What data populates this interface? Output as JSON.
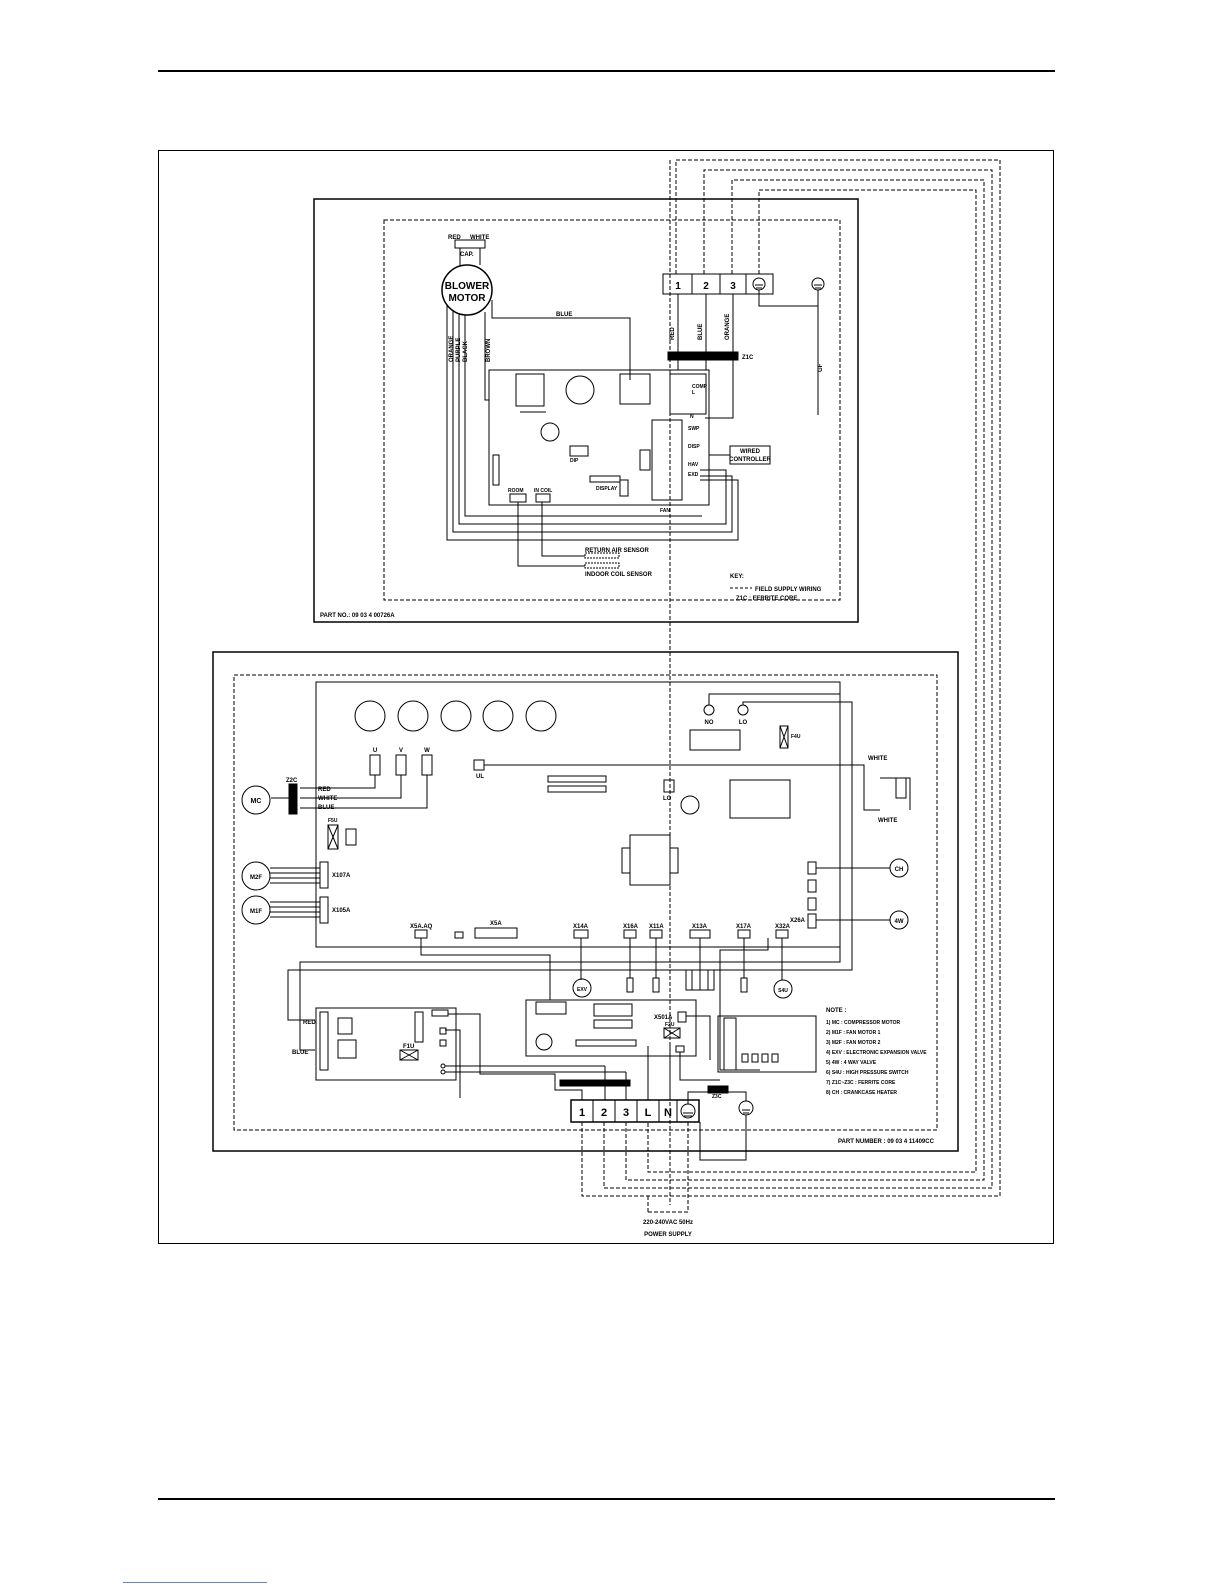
{
  "indoor": {
    "wire_red": "RED",
    "wire_white": "WHITE",
    "cap": "CAP.",
    "blower_line1": "BLOWER",
    "blower_line2": "MOTOR",
    "wire_orange": "ORANGE",
    "wire_purple": "PURPLE",
    "wire_black": "BLACK",
    "wire_brown": "BROWN",
    "wire_blue_h": "BLUE",
    "term_1": "1",
    "term_2": "2",
    "term_3": "3",
    "wire_red_v": "RED",
    "wire_blue_v": "BLUE",
    "wire_orange_v": "ORANGE",
    "zic": "Z1C",
    "gf": "GF",
    "wired_ctrl_1": "WIRED",
    "wired_ctrl_2": "CONTROLLER",
    "return_air": "RETURN AIR SENSOR",
    "indoor_coil": "INDOOR COIL SENSOR",
    "key": "KEY:",
    "key_field": "FIELD SUPPLY WIRING",
    "key_zic": "Z1C : FERRITE CORE",
    "part_no": "PART NO.: 09 03 4 00726A",
    "pcb_comp": "COMP",
    "pcb_n": "N",
    "pcb_l": "L",
    "pcb_swp": "SWP",
    "pcb_disp": "DISP",
    "pcb_dip": "DIP",
    "pcb_hav": "HAV",
    "pcb_exd": "EXD",
    "pcb_fan": "FAN",
    "pcb_room": "ROOM",
    "pcb_coil": "IN COIL",
    "pcb_disp2": "DISPLAY"
  },
  "outdoor": {
    "no": "NO",
    "lo": "LO",
    "f4u": "F4U",
    "u": "U",
    "v": "V",
    "w": "W",
    "ul": "UL",
    "z2c": "Z2C",
    "red": "RED",
    "white": "WHITE",
    "blue": "BLUE",
    "mc": "MC",
    "lo2": "LO",
    "f5u": "F5U",
    "m2f": "M2F",
    "m1f": "M1F",
    "x107a": "X107A",
    "x105a": "X105A",
    "white_r": "WHITE",
    "white_r2": "WHITE",
    "ch": "CH",
    "four_w": "4W",
    "x26a": "X26A",
    "x5a_aq": "X5A.AQ",
    "x5a": "X5A",
    "x14a": "X14A",
    "x16a": "X16A",
    "x11a": "X11A",
    "x13a": "X13A",
    "x17a": "X17A",
    "x32a": "X32A",
    "exv": "EXV",
    "s4u": "S4U",
    "red2": "RED",
    "blue2": "BLUE",
    "f1u": "F1U",
    "f2u": "F2U",
    "x501a": "X501A",
    "note": "NOTE :",
    "notes": [
      "1) MC : COMPRESSOR MOTOR",
      "2) M1F : FAN MOTOR 1",
      "3) M2F : FAN MOTOR 2",
      "4) EXV : ELECTRONIC EXPANSION VALVE",
      "5) 4W : 4 WAY VALVE",
      "6) S4U : HIGH PRESSURE SWITCH",
      "7) Z1C~Z3C : FERRITE CORE",
      "8) CH : CRANKCASE HEATER"
    ],
    "t1": "1",
    "t2": "2",
    "t3": "3",
    "tl": "L",
    "tn": "N",
    "z3c": "Z3C",
    "part_number": "PART NUMBER : 09 03 4 11409CC",
    "supply_1": "220-240VAC 50Hz",
    "supply_2": "POWER SUPPLY"
  }
}
